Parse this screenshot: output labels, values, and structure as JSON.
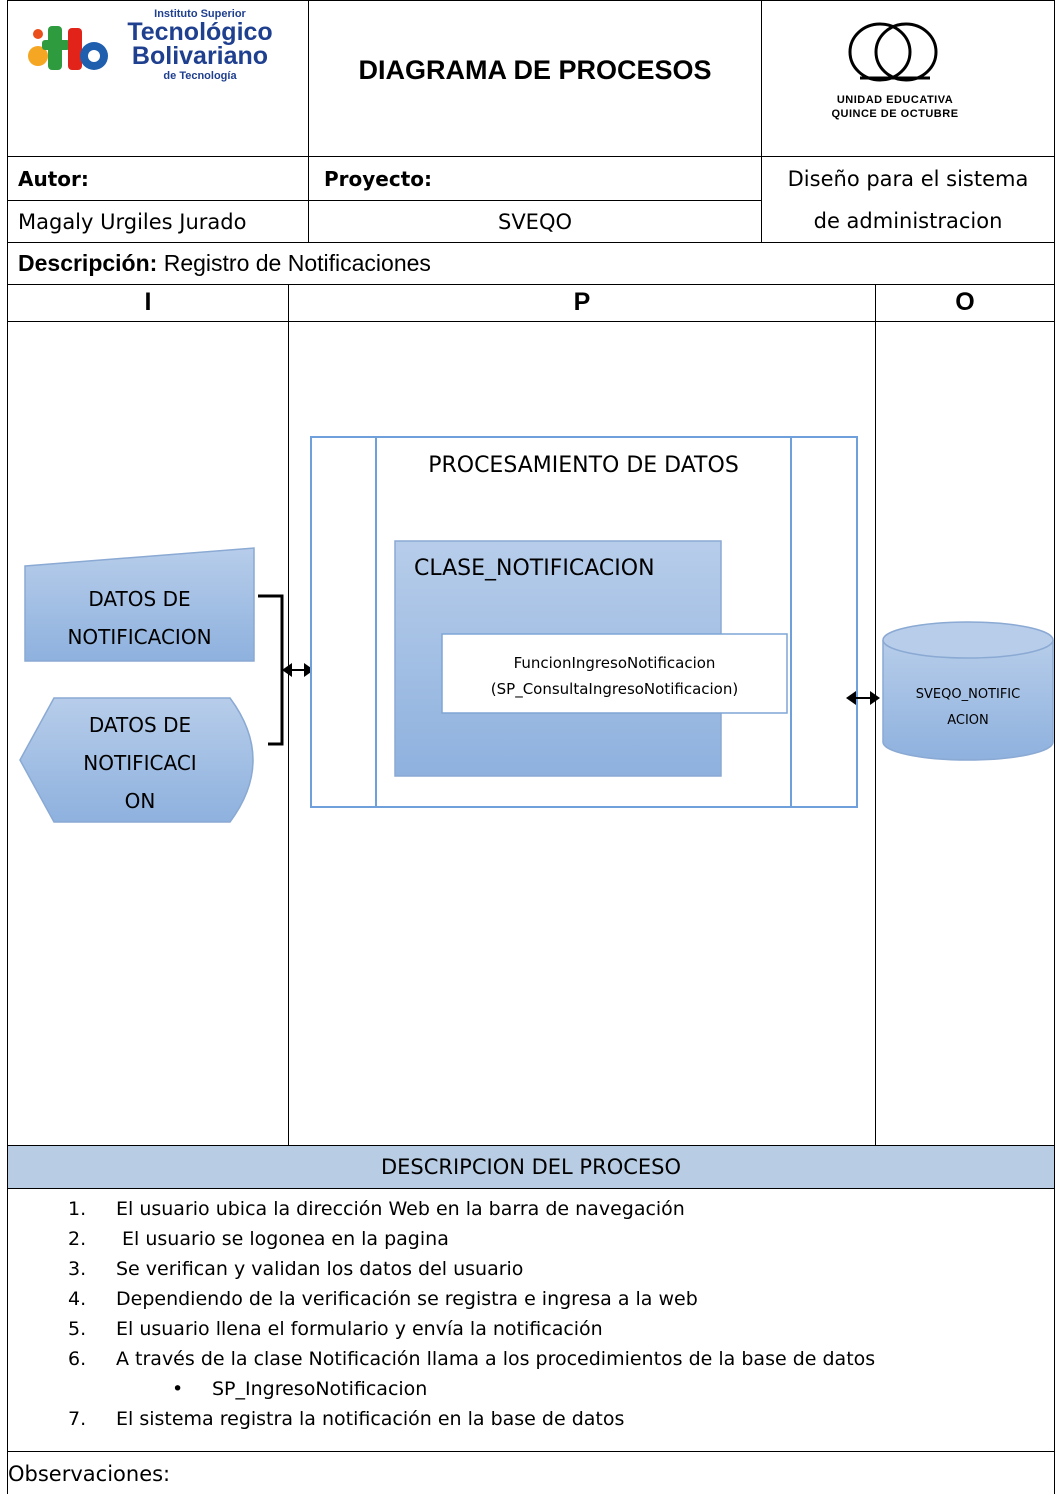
{
  "header": {
    "logo_itb": {
      "line1": "Instituto Superior",
      "line2": "Tecnológico",
      "line3": "Bolivariano",
      "line4": "de Tecnología",
      "mark": "itb"
    },
    "title": "DIAGRAMA DE PROCESOS",
    "logo_school": {
      "line1": "UNIDAD EDUCATIVA",
      "line2": "QUINCE DE OCTUBRE"
    }
  },
  "info": {
    "author_label": "Autor:",
    "author_value": "Magaly Urgiles Jurado",
    "project_label": "Proyecto:",
    "project_value": "SVEQO",
    "project_desc_line1": "Diseño para el sistema",
    "project_desc_line2": "de administracion",
    "description_label": "Descripción:",
    "description_value": " Registro de Notificaciones"
  },
  "ipo": {
    "col_i": "I",
    "col_p": "P",
    "col_o": "O"
  },
  "diagram": {
    "input_manual": {
      "line1": "DATOS DE",
      "line2": "NOTIFICACION"
    },
    "input_display": {
      "line1": "DATOS DE",
      "line2": "NOTIFICACI",
      "line3": "ON"
    },
    "process_title": "PROCESAMIENTO DE DATOS",
    "class_title": "CLASE_NOTIFICACION",
    "function_line1": "FuncionIngresoNotificacion",
    "function_line2": "(SP_ConsultaIngresoNotificacion)",
    "database": {
      "line1": "SVEQO_NOTIFIC",
      "line2": "ACION"
    }
  },
  "process_description": {
    "header": "DESCRIPCION DEL PROCESO",
    "steps": [
      {
        "num": "1.",
        "text": "El usuario ubica la dirección Web en la barra de navegación"
      },
      {
        "num": "2.",
        "text": " El usuario se logonea en la pagina"
      },
      {
        "num": "3.",
        "text": "Se verifican y validan los datos del usuario"
      },
      {
        "num": "4.",
        "text": "Dependiendo de la verificación se registra e ingresa a la web"
      },
      {
        "num": "5.",
        "text": "El usuario llena el formulario y envía la notificación"
      },
      {
        "num": "6.",
        "text": "A través de la clase Notificación llama a los procedimientos de la base de datos"
      },
      {
        "num": "7.",
        "text": "El sistema registra la notificación en la base de datos"
      }
    ],
    "sub_bullet": "SP_IngresoNotificacion"
  },
  "observations_label": "Observaciones:",
  "colors": {
    "shape_fill_top": "#b3cbe8",
    "shape_fill_bottom": "#8fb2df",
    "shape_stroke": "#7fa6d6",
    "frame_stroke": "#6fa0dc",
    "header_band": "#b8cce4"
  }
}
